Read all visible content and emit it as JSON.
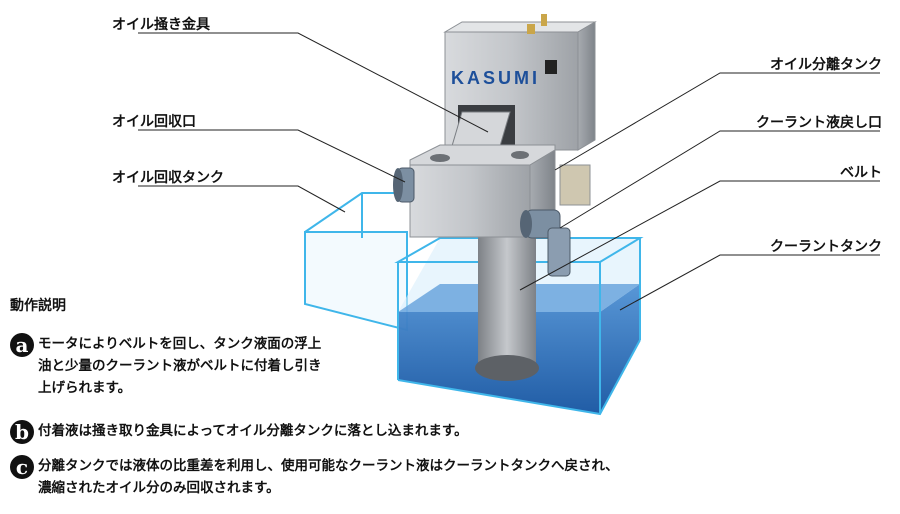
{
  "labels": {
    "oil_scraper": "オイル掻き金具",
    "oil_outlet": "オイル回収口",
    "oil_tank": "オイル回収タンク",
    "separation_tank": "オイル分離タンク",
    "coolant_return": "クーラント液戻し口",
    "belt": "ベルト",
    "coolant_tank": "クーラントタンク"
  },
  "device": {
    "brand": "KASUMI"
  },
  "operation": {
    "title": "動作説明",
    "steps": [
      {
        "badge": "a",
        "text": "モータによりベルトを回し、タンク液面の浮上\n油と少量のクーラント液がベルトに付着し引き\n上げられます。"
      },
      {
        "badge": "b",
        "text": "付着液は掻き取り金具によってオイル分離タンクに落とし込まれます。"
      },
      {
        "badge": "c",
        "text": "分離タンクでは液体の比重差を利用し、使用可能なクーラント液はクーラントタンクへ戻され、\n濃縮されたオイル分のみ回収されます。"
      }
    ]
  },
  "colors": {
    "water": "#2f6fb8",
    "glass_edge": "#3fb6ea",
    "steel": "#b9bcc0",
    "leader": "#222222"
  }
}
